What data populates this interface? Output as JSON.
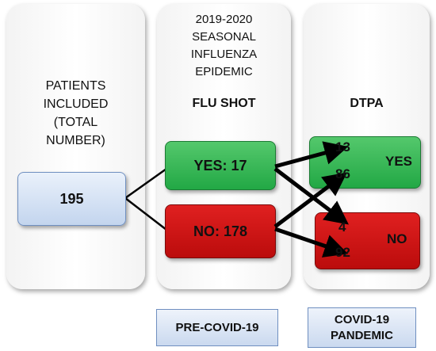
{
  "patients_label": "PATIENTS\nINCLUDED\n(TOTAL\nNUMBER)",
  "total_number": "195",
  "epidemic_label": "2019-2020\nSEASONAL\nINFLUENZA\nEPIDEMIC",
  "flu_shot_title": "FLU SHOT",
  "dtpa_title": "DTPA",
  "flu_yes": "YES: 17",
  "flu_no": "NO: 178",
  "dtpa_yes": {
    "label": "YES",
    "from_flu_yes": "13",
    "from_flu_no": "86"
  },
  "dtpa_no": {
    "label": "NO",
    "from_flu_yes": "4",
    "from_flu_no": "92"
  },
  "pre_covid_label": "PRE-COVID-19",
  "pandemic_label": "COVID-19\nPANDEMIC",
  "colors": {
    "yes": "#22a845",
    "no": "#cc1111",
    "total": "#c3d5ee",
    "arrow": "#000000"
  }
}
